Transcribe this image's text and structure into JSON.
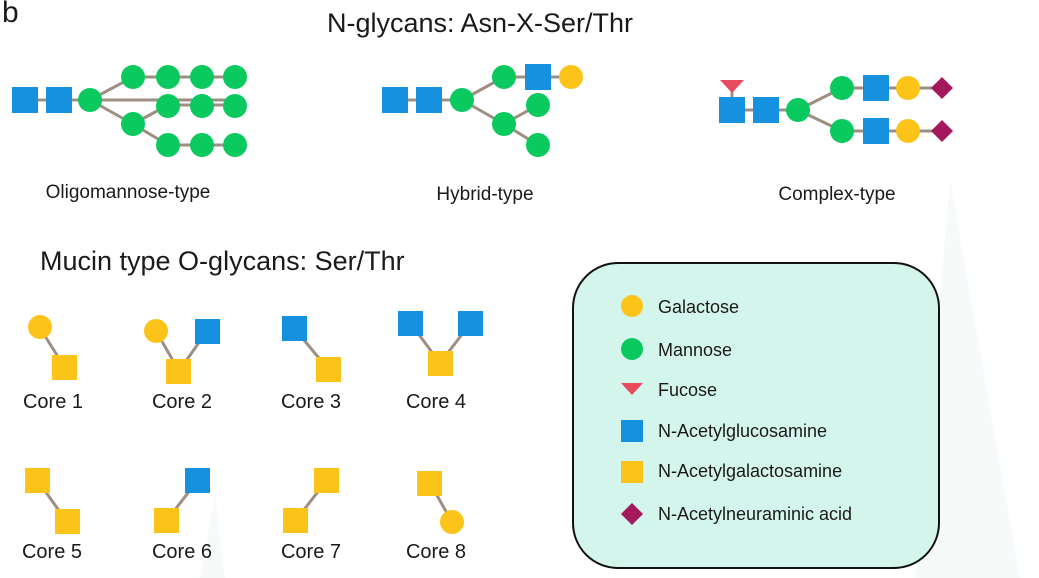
{
  "panel_letter": "b",
  "n_glycans": {
    "title": "N-glycans: Asn-X-Ser/Thr",
    "types": [
      {
        "label": "Oligomannose-type"
      },
      {
        "label": "Hybrid-type"
      },
      {
        "label": "Complex-type"
      }
    ]
  },
  "o_glycans": {
    "title": "Mucin type O-glycans: Ser/Thr",
    "cores": [
      "Core 1",
      "Core 2",
      "Core 3",
      "Core 4",
      "Core 5",
      "Core 6",
      "Core 7",
      "Core 8"
    ]
  },
  "legend": {
    "items": [
      {
        "label": "Galactose",
        "shape": "circle",
        "color": "#fcc419"
      },
      {
        "label": "Mannose",
        "shape": "circle",
        "color": "#0ac95e"
      },
      {
        "label": "Fucose",
        "shape": "triangle",
        "color": "#e84a5f"
      },
      {
        "label": "N-Acetylglucosamine",
        "shape": "square",
        "color": "#1591e0"
      },
      {
        "label": "N-Acetylgalactosamine",
        "shape": "square",
        "color": "#fcc419"
      },
      {
        "label": "N-Acetylneuraminic acid",
        "shape": "diamond",
        "color": "#a3195b"
      }
    ],
    "background": "#d4f5ec"
  }
}
